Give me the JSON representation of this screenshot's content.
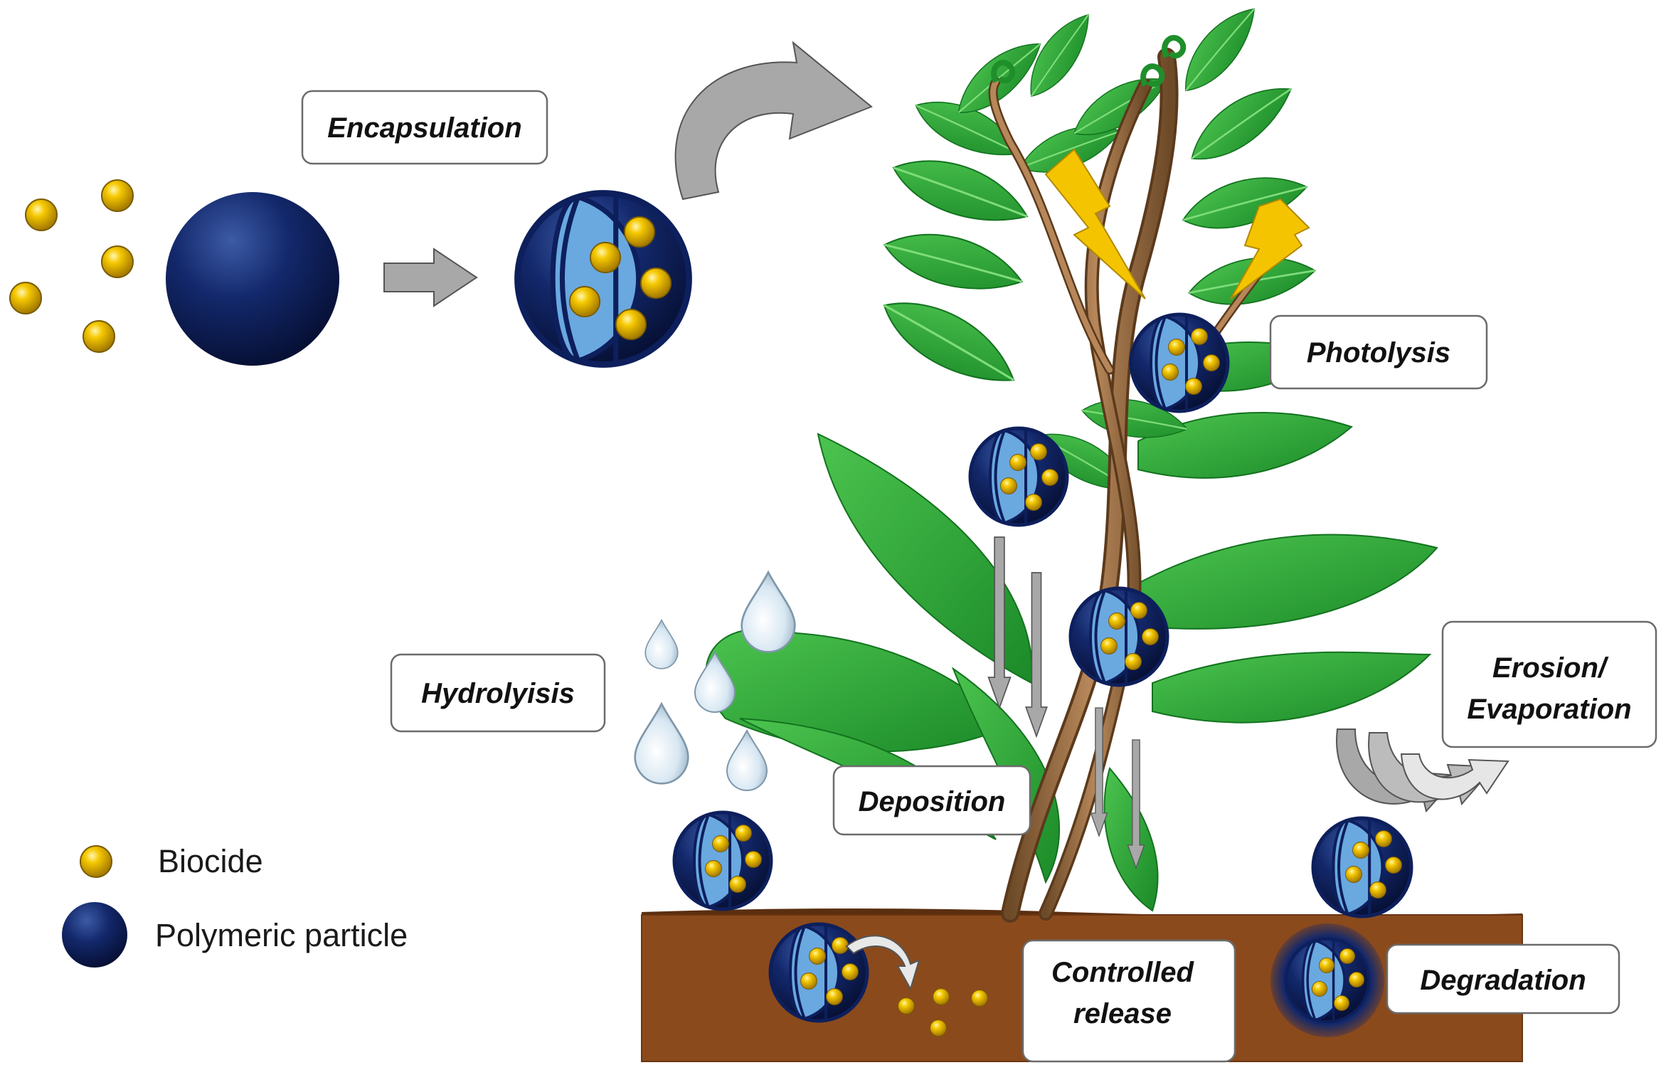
{
  "labels": {
    "encapsulation": "Encapsulation",
    "photolysis": "Photolysis",
    "hydrolysis": "Hydrolyisis",
    "deposition": "Deposition",
    "erosion_line1": "Erosion/",
    "erosion_line2": "Evaporation",
    "controlled_line1": "Controlled",
    "controlled_line2": "release",
    "degradation": "Degradation"
  },
  "legend": {
    "biocide": "Biocide",
    "polymeric_particle": "Polymeric particle"
  },
  "colors": {
    "biocide": "#f2c200",
    "particle": "#0d1f5c",
    "particle_interior": "#5fa0db",
    "soil": "#8b4a1c",
    "leaf": "#27a52f",
    "stem": "#9a6c3f",
    "arrow": "#a3a3a3",
    "lightning": "#f5c400"
  }
}
